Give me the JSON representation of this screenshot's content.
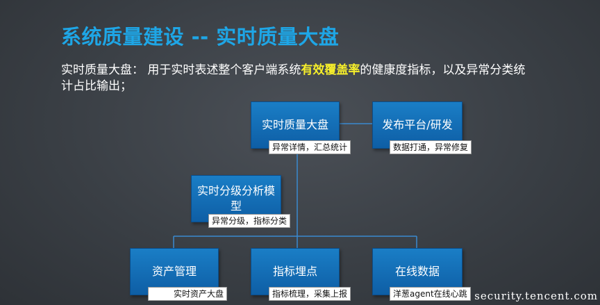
{
  "title": "系统质量建设 -- 实时质量大盘",
  "description": {
    "part1": "实时质量大盘： 用于实时表述整个客户端系统",
    "highlight": "有效覆盖率",
    "part2": "的健康度指标，以及异常分类统计占比输出；"
  },
  "nodes": {
    "dashboard": {
      "label": "实时质量大盘",
      "tag": "异常详情，汇总统计"
    },
    "release": {
      "label": "发布平台/研发",
      "tag": "数据打通，异常修复"
    },
    "analysis": {
      "label": "实时分级分析模型",
      "tag": "异常分级，指标分类"
    },
    "assets": {
      "label": "资产管理",
      "tag": "实时资产大盘"
    },
    "metrics": {
      "label": "指标埋点",
      "tag": "指标梳理，采集上报"
    },
    "online": {
      "label": "在线数据",
      "tag": "洋葱agent在线心跳"
    }
  },
  "colors": {
    "title": "#1ea6e6",
    "highlight": "#f7ef2a",
    "box": "#1574bc",
    "line": "#3a8ad0"
  },
  "watermark": "security.tencent.com"
}
